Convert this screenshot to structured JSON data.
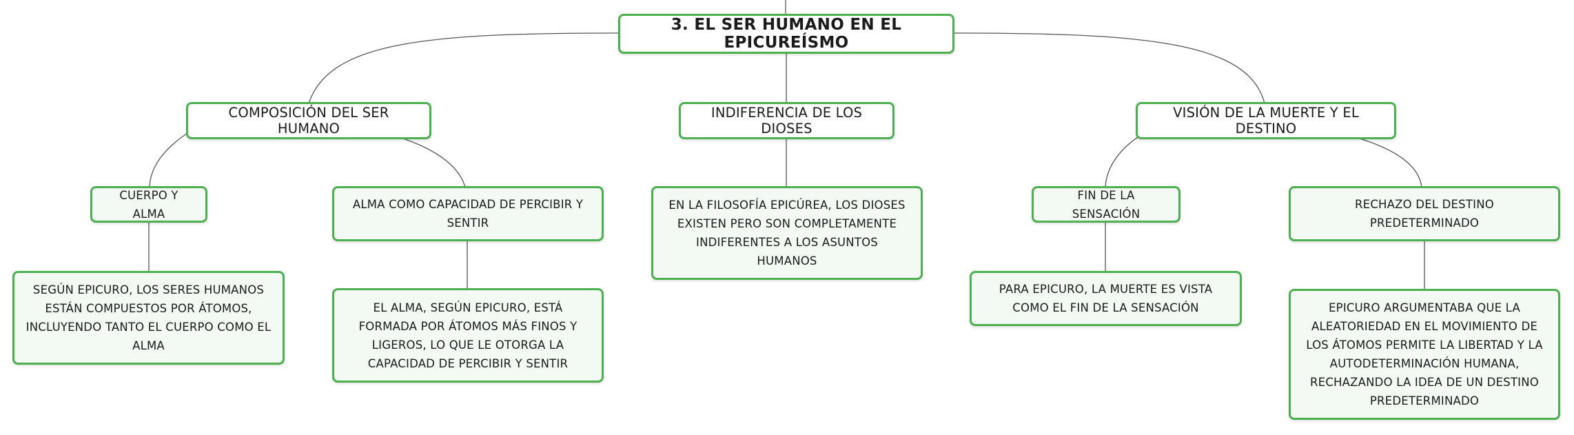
{
  "root": {
    "label": "3. EL SER HUMANO EN EL EPICUREÍSMO"
  },
  "branches": [
    {
      "label": "COMPOSICIÓN DEL SER HUMANO",
      "children": [
        {
          "label": "CUERPO Y ALMA",
          "detail": "SEGÚN EPICURO, LOS SERES HUMANOS ESTÁN COMPUESTOS POR ÁTOMOS, INCLUYENDO TANTO EL CUERPO COMO EL ALMA"
        },
        {
          "label": "ALMA COMO CAPACIDAD DE PERCIBIR Y SENTIR",
          "detail": "EL ALMA, SEGÚN EPICURO, ESTÁ FORMADA POR ÁTOMOS MÁS FINOS Y LIGEROS, LO QUE LE OTORGA LA CAPACIDAD DE PERCIBIR Y SENTIR"
        }
      ]
    },
    {
      "label": "INDIFERENCIA DE LOS DIOSES",
      "detail": "EN LA FILOSOFÍA EPICÚREA, LOS DIOSES EXISTEN PERO SON COMPLETAMENTE INDIFERENTES A LOS ASUNTOS HUMANOS"
    },
    {
      "label": "VISIÓN DE LA MUERTE Y EL DESTINO",
      "children": [
        {
          "label": "FIN DE LA SENSACIÓN",
          "detail": "PARA EPICURO, LA MUERTE ES VISTA COMO EL FIN DE LA SENSACIÓN"
        },
        {
          "label": "RECHAZO DEL DESTINO PREDETERMINADO",
          "detail": "EPICURO ARGUMENTABA QUE LA ALEATORIEDAD EN EL MOVIMIENTO DE LOS ÁTOMOS PERMITE LA LIBERTAD Y LA AUTODETERMINACIÓN HUMANA, RECHAZANDO LA IDEA DE UN DESTINO PREDETERMINADO"
        }
      ]
    }
  ],
  "colors": {
    "node_border": "#4caf50",
    "leaf_fill": "#f3f9f3",
    "connector": "#555555"
  }
}
